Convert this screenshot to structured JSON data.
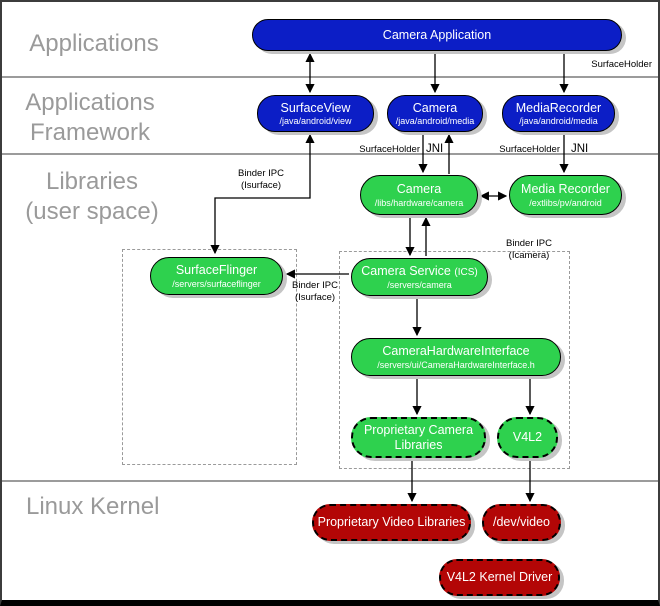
{
  "layers": {
    "applications": "Applications",
    "framework": "Applications\nFramework",
    "libraries": "Libraries\n(user space)",
    "kernel": "Linux Kernel"
  },
  "nodes": {
    "camera_application": {
      "title": "Camera Application"
    },
    "surface_view": {
      "title": "SurfaceView",
      "subtitle": "/java/android/view"
    },
    "camera_api": {
      "title": "Camera",
      "subtitle": "/java/android/media"
    },
    "media_recorder_api": {
      "title": "MediaRecorder",
      "subtitle": "/java/android/media"
    },
    "camera_lib": {
      "title": "Camera",
      "subtitle": "/libs/hardware/camera"
    },
    "media_recorder_lib": {
      "title": "Media Recorder",
      "subtitle": "/extlibs/pv/android"
    },
    "surface_flinger": {
      "title": "SurfaceFlinger",
      "subtitle": "/servers/surfaceflinger"
    },
    "camera_service": {
      "title": "Camera Service",
      "title_suffix": "(ICS)",
      "subtitle": "/servers/camera"
    },
    "camera_hardware_interface": {
      "title": "CameraHardwareInterface",
      "subtitle": "/servers/ui/CameraHardwareInterface.h"
    },
    "proprietary_camera_libraries": {
      "title": "Proprietary Camera Libraries"
    },
    "v4l2": {
      "title": "V4L2"
    },
    "proprietary_video_libraries": {
      "title": "Proprietary Video Libraries"
    },
    "dev_video": {
      "title": "/dev/video"
    },
    "v4l2_kernel_driver": {
      "title": "V4L2 Kernel Driver"
    }
  },
  "edge_labels": {
    "surface_holder_top": "SurfaceHolder",
    "binder_ipc_isurface_upper": "Binder IPC\n(Isurface)",
    "surface_holder_camera": "SurfaceHolder",
    "jni_camera": "JNI",
    "surface_holder_media": "SurfaceHolder",
    "jni_media": "JNI",
    "binder_ipc_icamera": "Binder IPC\n(Icamera)",
    "binder_ipc_isurface_lower": "Binder IPC\n(Isurface)"
  },
  "colors": {
    "app_blue": "#0c1ec6",
    "lib_green": "#2ed14e",
    "kernel_red": "#b30606",
    "shadow_gray": "#c5c5c5",
    "layer_label_gray": "#9a9a9a",
    "separator_gray": "#9b9b9b"
  }
}
